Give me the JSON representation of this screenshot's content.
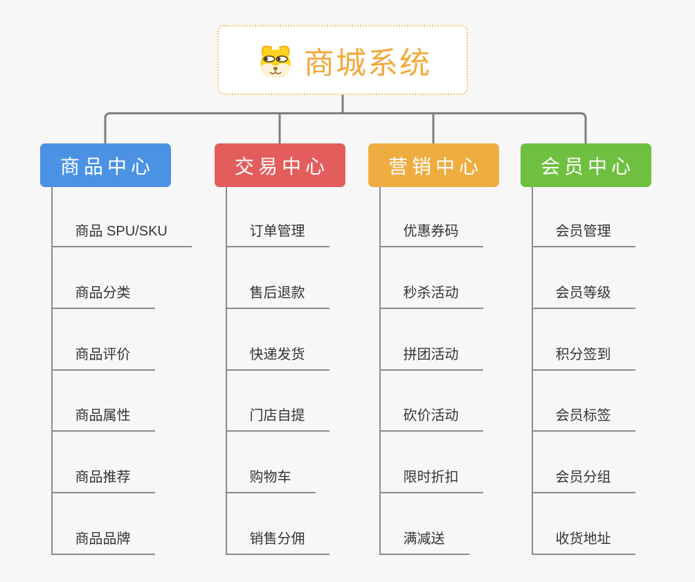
{
  "canvas": {
    "background": "#f7f7f7"
  },
  "root": {
    "label": "商城系统",
    "icon": "dog-face-icon",
    "background": "#ffffff",
    "border_color": "#f3c06b",
    "text_color": "#f2a93c"
  },
  "connectors": {
    "top_tree_color": "#7d7d7d",
    "branch_line_color": "#8b8b8b"
  },
  "leaf_text_color": "#33333a",
  "branches": [
    {
      "label": "商品中心",
      "color": "#4b92e4",
      "children": [
        "商品 SPU/SKU",
        "商品分类",
        "商品评价",
        "商品属性",
        "商品推荐",
        "商品品牌"
      ]
    },
    {
      "label": "交易中心",
      "color": "#e35d5d",
      "children": [
        "订单管理",
        "售后退款",
        "快递发货",
        "门店自提",
        "购物车",
        "销售分佣"
      ]
    },
    {
      "label": "营销中心",
      "color": "#efac40",
      "children": [
        "优惠券码",
        "秒杀活动",
        "拼团活动",
        "砍价活动",
        "限时折扣",
        "满减送"
      ]
    },
    {
      "label": "会员中心",
      "color": "#6fc040",
      "children": [
        "会员管理",
        "会员等级",
        "积分签到",
        "会员标签",
        "会员分组",
        "收货地址"
      ]
    }
  ]
}
